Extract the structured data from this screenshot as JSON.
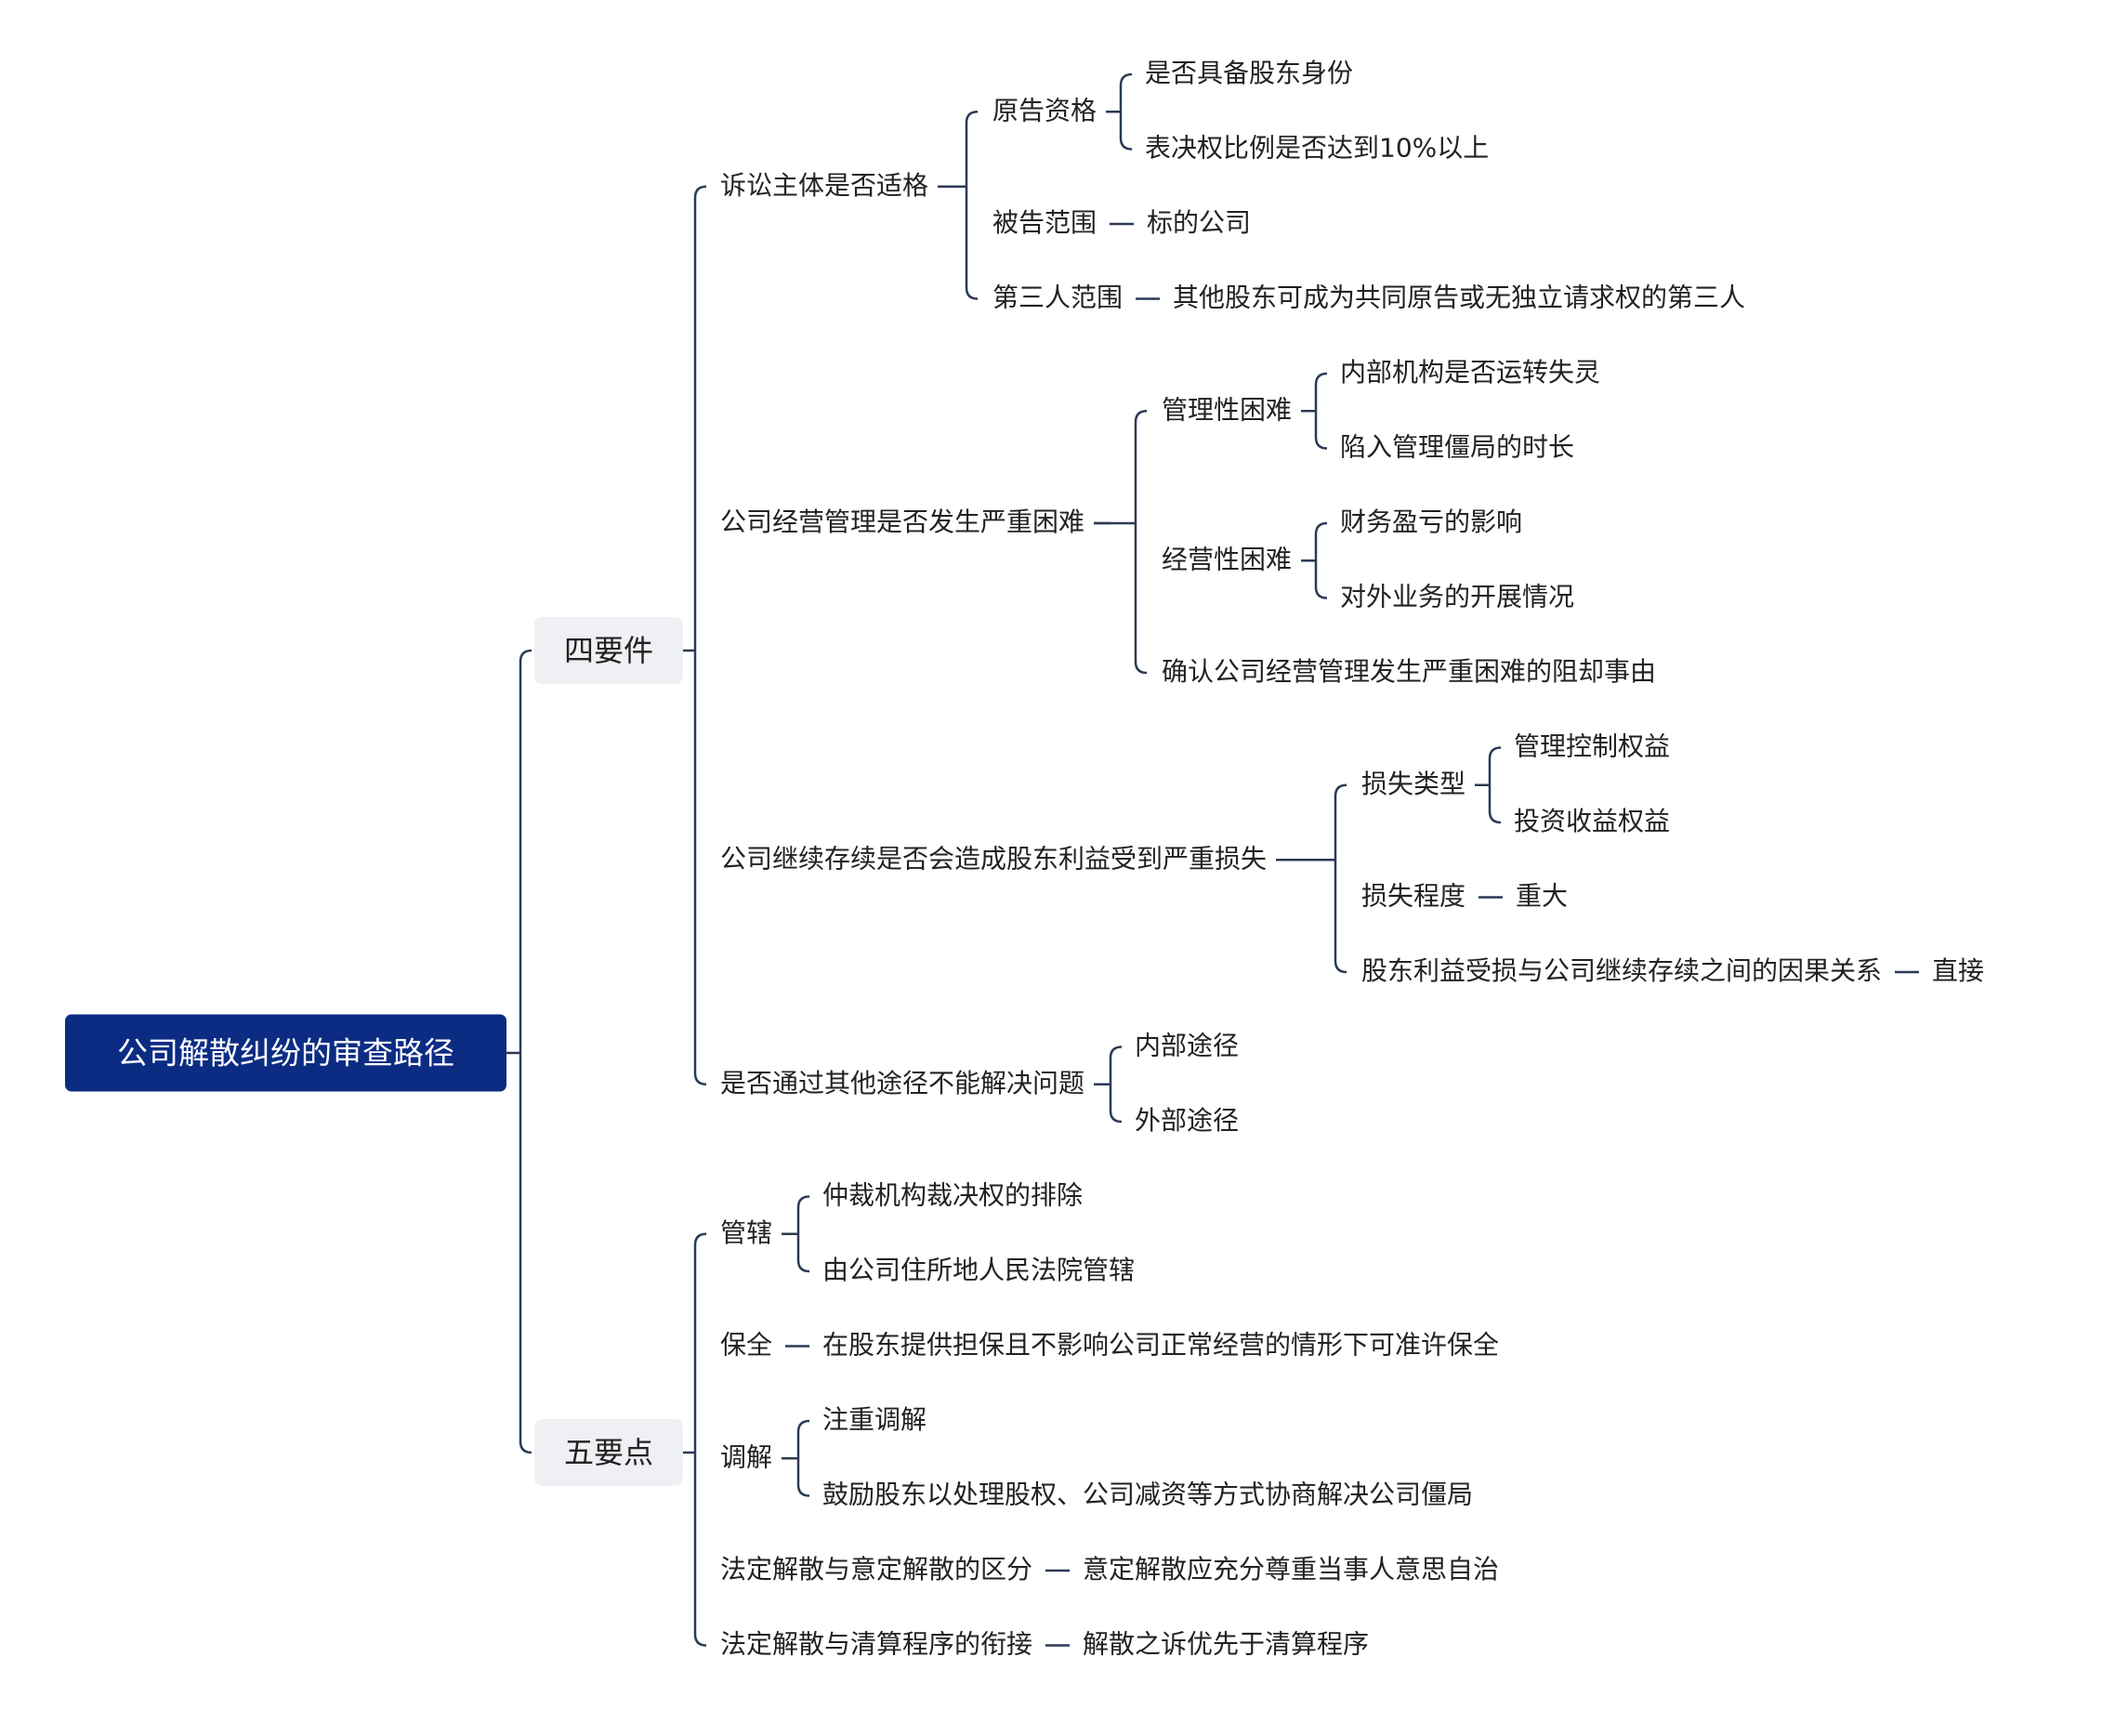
{
  "theme": {
    "root_bg": "#0c2c84",
    "root_text": "#ffffff",
    "branch_bg": "#eef0f3",
    "line": "#2b3a55",
    "text": "#222222"
  },
  "mindmap": {
    "root": "公司解散纠纷的审查路径",
    "branches": [
      {
        "label": "四要件",
        "children": [
          {
            "label": "诉讼主体是否适格",
            "children": [
              {
                "label": "原告资格",
                "children": [
                  {
                    "label": "是否具备股东身份"
                  },
                  {
                    "label": "表决权比例是否达到10%以上"
                  }
                ]
              },
              {
                "label": "被告范围",
                "children": [
                  {
                    "label": "标的公司"
                  }
                ]
              },
              {
                "label": "第三人范围",
                "children": [
                  {
                    "label": "其他股东可成为共同原告或无独立请求权的第三人"
                  }
                ]
              }
            ]
          },
          {
            "label": "公司经营管理是否发生严重困难",
            "children": [
              {
                "label": "管理性困难",
                "children": [
                  {
                    "label": "内部机构是否运转失灵"
                  },
                  {
                    "label": "陷入管理僵局的时长"
                  }
                ]
              },
              {
                "label": "经营性困难",
                "children": [
                  {
                    "label": "财务盈亏的影响"
                  },
                  {
                    "label": "对外业务的开展情况"
                  }
                ]
              },
              {
                "label": "确认公司经营管理发生严重困难的阻却事由"
              }
            ]
          },
          {
            "label": "公司继续存续是否会造成股东利益受到严重损失",
            "children": [
              {
                "label": "损失类型",
                "children": [
                  {
                    "label": "管理控制权益"
                  },
                  {
                    "label": "投资收益权益"
                  }
                ]
              },
              {
                "label": "损失程度",
                "children": [
                  {
                    "label": "重大"
                  }
                ]
              },
              {
                "label": "股东利益受损与公司继续存续之间的因果关系",
                "children": [
                  {
                    "label": "直接"
                  }
                ]
              }
            ]
          },
          {
            "label": "是否通过其他途径不能解决问题",
            "children": [
              {
                "label": "内部途径"
              },
              {
                "label": "外部途径"
              }
            ]
          }
        ]
      },
      {
        "label": "五要点",
        "children": [
          {
            "label": "管辖",
            "children": [
              {
                "label": "仲裁机构裁决权的排除"
              },
              {
                "label": "由公司住所地人民法院管辖"
              }
            ]
          },
          {
            "label": "保全",
            "children": [
              {
                "label": "在股东提供担保且不影响公司正常经营的情形下可准许保全"
              }
            ]
          },
          {
            "label": "调解",
            "children": [
              {
                "label": "注重调解"
              },
              {
                "label": "鼓励股东以处理股权、公司减资等方式协商解决公司僵局"
              }
            ]
          },
          {
            "label": "法定解散与意定解散的区分",
            "children": [
              {
                "label": "意定解散应充分尊重当事人意思自治"
              }
            ]
          },
          {
            "label": "法定解散与清算程序的衔接",
            "children": [
              {
                "label": "解散之诉优先于清算程序"
              }
            ]
          }
        ]
      }
    ]
  }
}
